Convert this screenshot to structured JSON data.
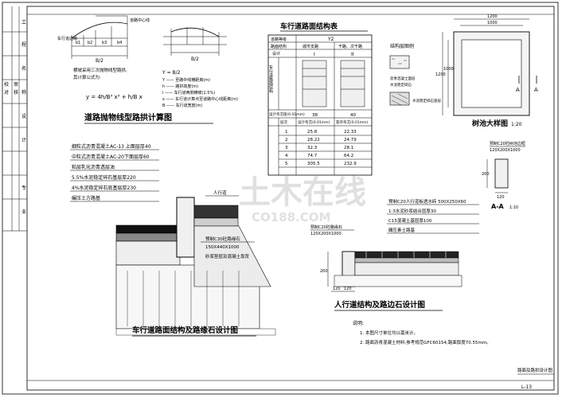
{
  "crown_section": {
    "title": "道路抛物线型路拱计算图",
    "label_B2": "B/2",
    "label_lane_edge": "车行道边缘",
    "label_centerline": "道路中心线",
    "note_lines": [
      "横坡采用三次抛物线型路拱,",
      "其计算公式为:"
    ],
    "formula_main": "y = 4h/B³ x³ + h/B x",
    "formula_right": "Y = B/2",
    "symbol_lines": [
      "Y —— 至路中线横距离(m)",
      "h —— 路拱高度(m)",
      "i —— 车行道两侧横坡(1.5%)",
      "x —— 车行道计算点至道路中心线距离(m)",
      "B —— 车行道宽度(m)"
    ],
    "dim_labels": [
      "B/2",
      "B/2",
      "b1",
      "b2",
      "b3",
      "b4"
    ]
  },
  "road_table": {
    "title": "车行道路面结构表",
    "header_left": "道路等级",
    "header_type": "Y2",
    "sub_header": [
      "路面结构",
      "城市支路",
      "干路、次干路"
    ],
    "row_class": [
      "设计",
      "I",
      "II"
    ],
    "side_label": "车行道路面结构",
    "load_row": [
      "设计弯沉值(0.01mm)",
      "38",
      "40"
    ],
    "col_heads": [
      "层次",
      "设计弯沉(0.01mm)",
      "容许弯沉(0.01mm)"
    ],
    "rows": [
      [
        "1",
        "25.8",
        "22.33"
      ],
      [
        "2",
        "28.22",
        "24.79"
      ],
      [
        "3",
        "32.3",
        "28.1"
      ],
      [
        "4",
        "74.7",
        "64.2"
      ],
      [
        "5",
        "305.5",
        "232.9"
      ]
    ]
  },
  "legend": {
    "title": "结构层图例",
    "items": [
      "沥青混凝土面层",
      "水泥稳定碎石",
      "水泥稳定碎石基层"
    ]
  },
  "tree_pool": {
    "title": "树池大样图",
    "scale": "1:20",
    "dims": [
      "1200",
      "1000",
      "1200",
      "1000"
    ],
    "section_mark": "A",
    "section_title": "A-A",
    "section_scale": "1:10",
    "curb_note": "预制C20砼树池边框",
    "curb_note2": "120X200X1000",
    "small_dims": [
      "200",
      "120"
    ]
  },
  "road_layers": {
    "items": [
      "细粒式沥青混凝土AC-13 上面层厚40",
      "中粒式沥青混凝土AC-20下面层厚60",
      "粘层乳化沥青透层油",
      "5.5%水泥稳定碎石基层厚220",
      "4%水泥稳定碎石底基层厚230",
      "碾压土方路基"
    ],
    "label_sidewalk": "人行道",
    "curb_note": "预制C30砼路缘石",
    "curb_size": "150X440X1000",
    "curb_base": "砂浆垫层及混凝土靠背",
    "title": "车行道路面结构及路缘石设计图"
  },
  "sidewalk": {
    "items": [
      "预制C20人行道板透水砖 500X250X60",
      "1:3水泥砂浆结合层厚30",
      "C15混凝土基层厚100",
      "碾压素土路基"
    ],
    "curb_note": "预制C20砼路缘石",
    "curb_size": "120X200X1000",
    "dims": [
      "120",
      "120",
      "200"
    ],
    "title": "人行道结构及路边石设计图"
  },
  "notes": {
    "heading": "说明:",
    "lines": [
      "1. 本图尺寸单位均以毫米计。",
      "2. 路面沥青混凝土材料,参考规范GFC60154,路面厚度70.55mm。"
    ]
  },
  "title_block": {
    "drawing_name": "路面及路拱设计图",
    "drawing_no": "L-13"
  },
  "left_block": {
    "cells": [
      "工",
      "程",
      "名",
      "称",
      "设",
      "计",
      "审",
      "核",
      "校",
      "对",
      "专",
      "业"
    ]
  },
  "watermark": {
    "main": "土木在线",
    "sub": "CO188.COM"
  }
}
